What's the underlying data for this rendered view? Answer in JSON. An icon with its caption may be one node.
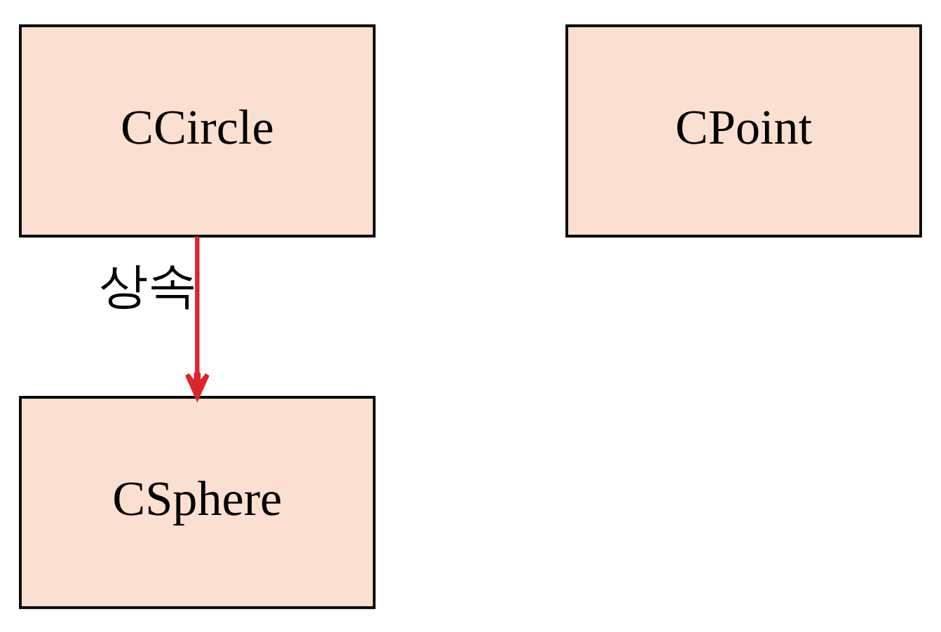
{
  "diagram": {
    "nodes": [
      {
        "text": [
          "CCircle"
        ]
      },
      {
        "text": [
          "CPoint"
        ]
      },
      {
        "text": [
          "CSphere"
        ]
      }
    ],
    "edges": [
      {
        "from": 0,
        "to": 2,
        "arrow": "to",
        "label": "상속",
        "color": "#d9262b"
      }
    ]
  }
}
